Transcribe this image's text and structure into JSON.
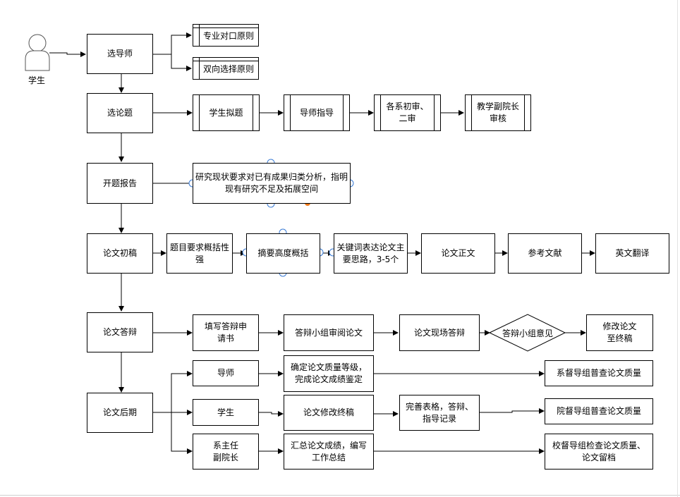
{
  "actor": {
    "label": "学生"
  },
  "main": {
    "select_advisor": "选导师",
    "select_topic": "选论题",
    "proposal": "开题报告",
    "first_draft": "论文初稿",
    "defense": "论文答辩",
    "late_stage": "论文后期"
  },
  "principles": {
    "major_match": "专业对口原则",
    "mutual_choice": "双向选择原则"
  },
  "topic_flow": {
    "student_draft": "学生拟题",
    "advisor_guide": "导师指导",
    "dept_review": "各系初审、二审",
    "vice_dean": "教学副院长审核"
  },
  "proposal_note": "研究现状要求对已有成果归类分析，指明现有研究不足及拓展空间",
  "draft_flow": {
    "title_req": "题目要求概括性强",
    "abstract_req": "摘要高度概括",
    "keywords_req": "关键词表达论文主要思路，3-5个",
    "body": "论文正文",
    "references": "参考文献",
    "translation": "英文翻译"
  },
  "defense_flow": {
    "application": "填写答辩申请书",
    "panel_review": "答辩小组审阅论文",
    "live_defense": "论文现场答辩",
    "panel_opinion": "答辩小组意见",
    "revise": "修改论文至终稿"
  },
  "late_flow": {
    "advisor": "导师",
    "advisor_task": "确定论文质量等级，完成论文成绩鉴定",
    "dept_supervision": "系督导组普查论文质量",
    "student": "学生",
    "student_task": "论文修改终稿",
    "forms_task": "完善表格，答辩、指导记录",
    "college_supervision": "院督导组普查论文质量",
    "dept_head": "系主任副院长",
    "dept_head_task": "汇总论文成绩，编写工作总结",
    "school_supervision": "校督导组检查论文质量、论文留档"
  },
  "colors": {
    "stroke": "#000000",
    "handle": "#3a7bd5",
    "handle_hot": "#f07a1a"
  }
}
